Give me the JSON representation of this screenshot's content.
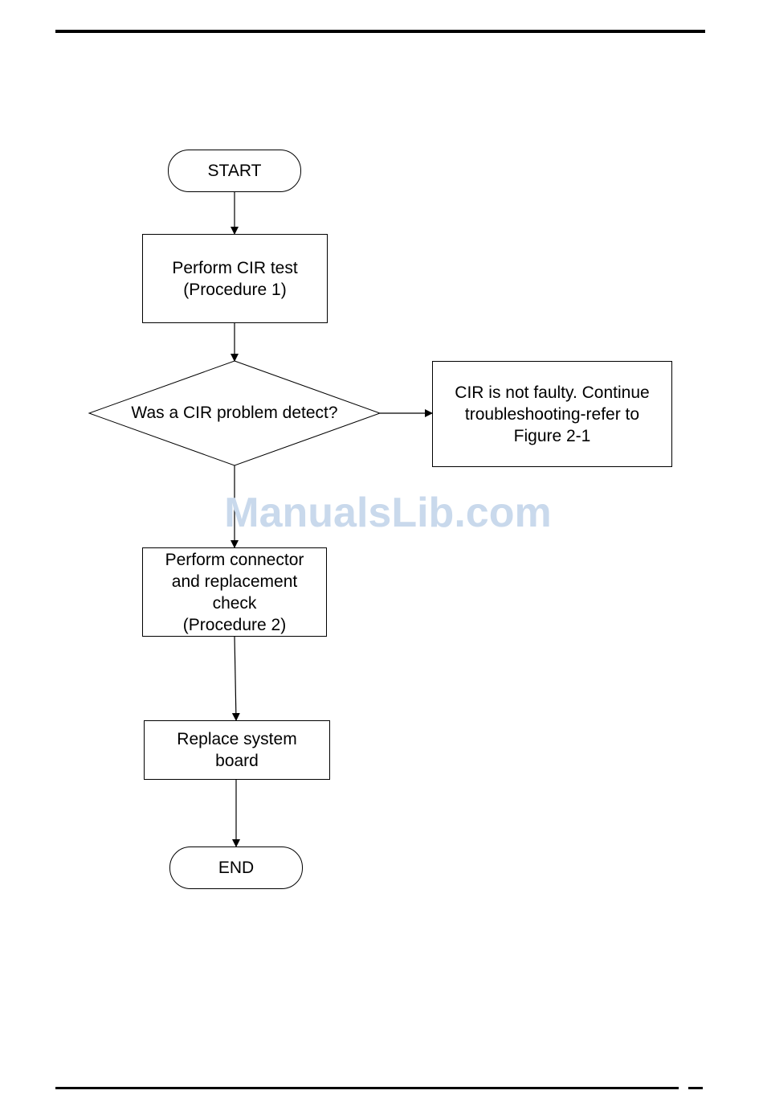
{
  "flowchart": {
    "start": "START",
    "step1": [
      "Perform CIR test",
      "(Procedure 1)"
    ],
    "decision": "Was a CIR problem detect?",
    "branch_no": [
      "CIR is not faulty. Continue",
      "troubleshooting-refer to",
      "Figure 2-1"
    ],
    "step2": [
      "Perform connector",
      "and replacement",
      "check",
      "(Procedure 2)"
    ],
    "step3": [
      "Replace system",
      "board"
    ],
    "end": "END"
  },
  "watermark": "ManualsLib.com"
}
